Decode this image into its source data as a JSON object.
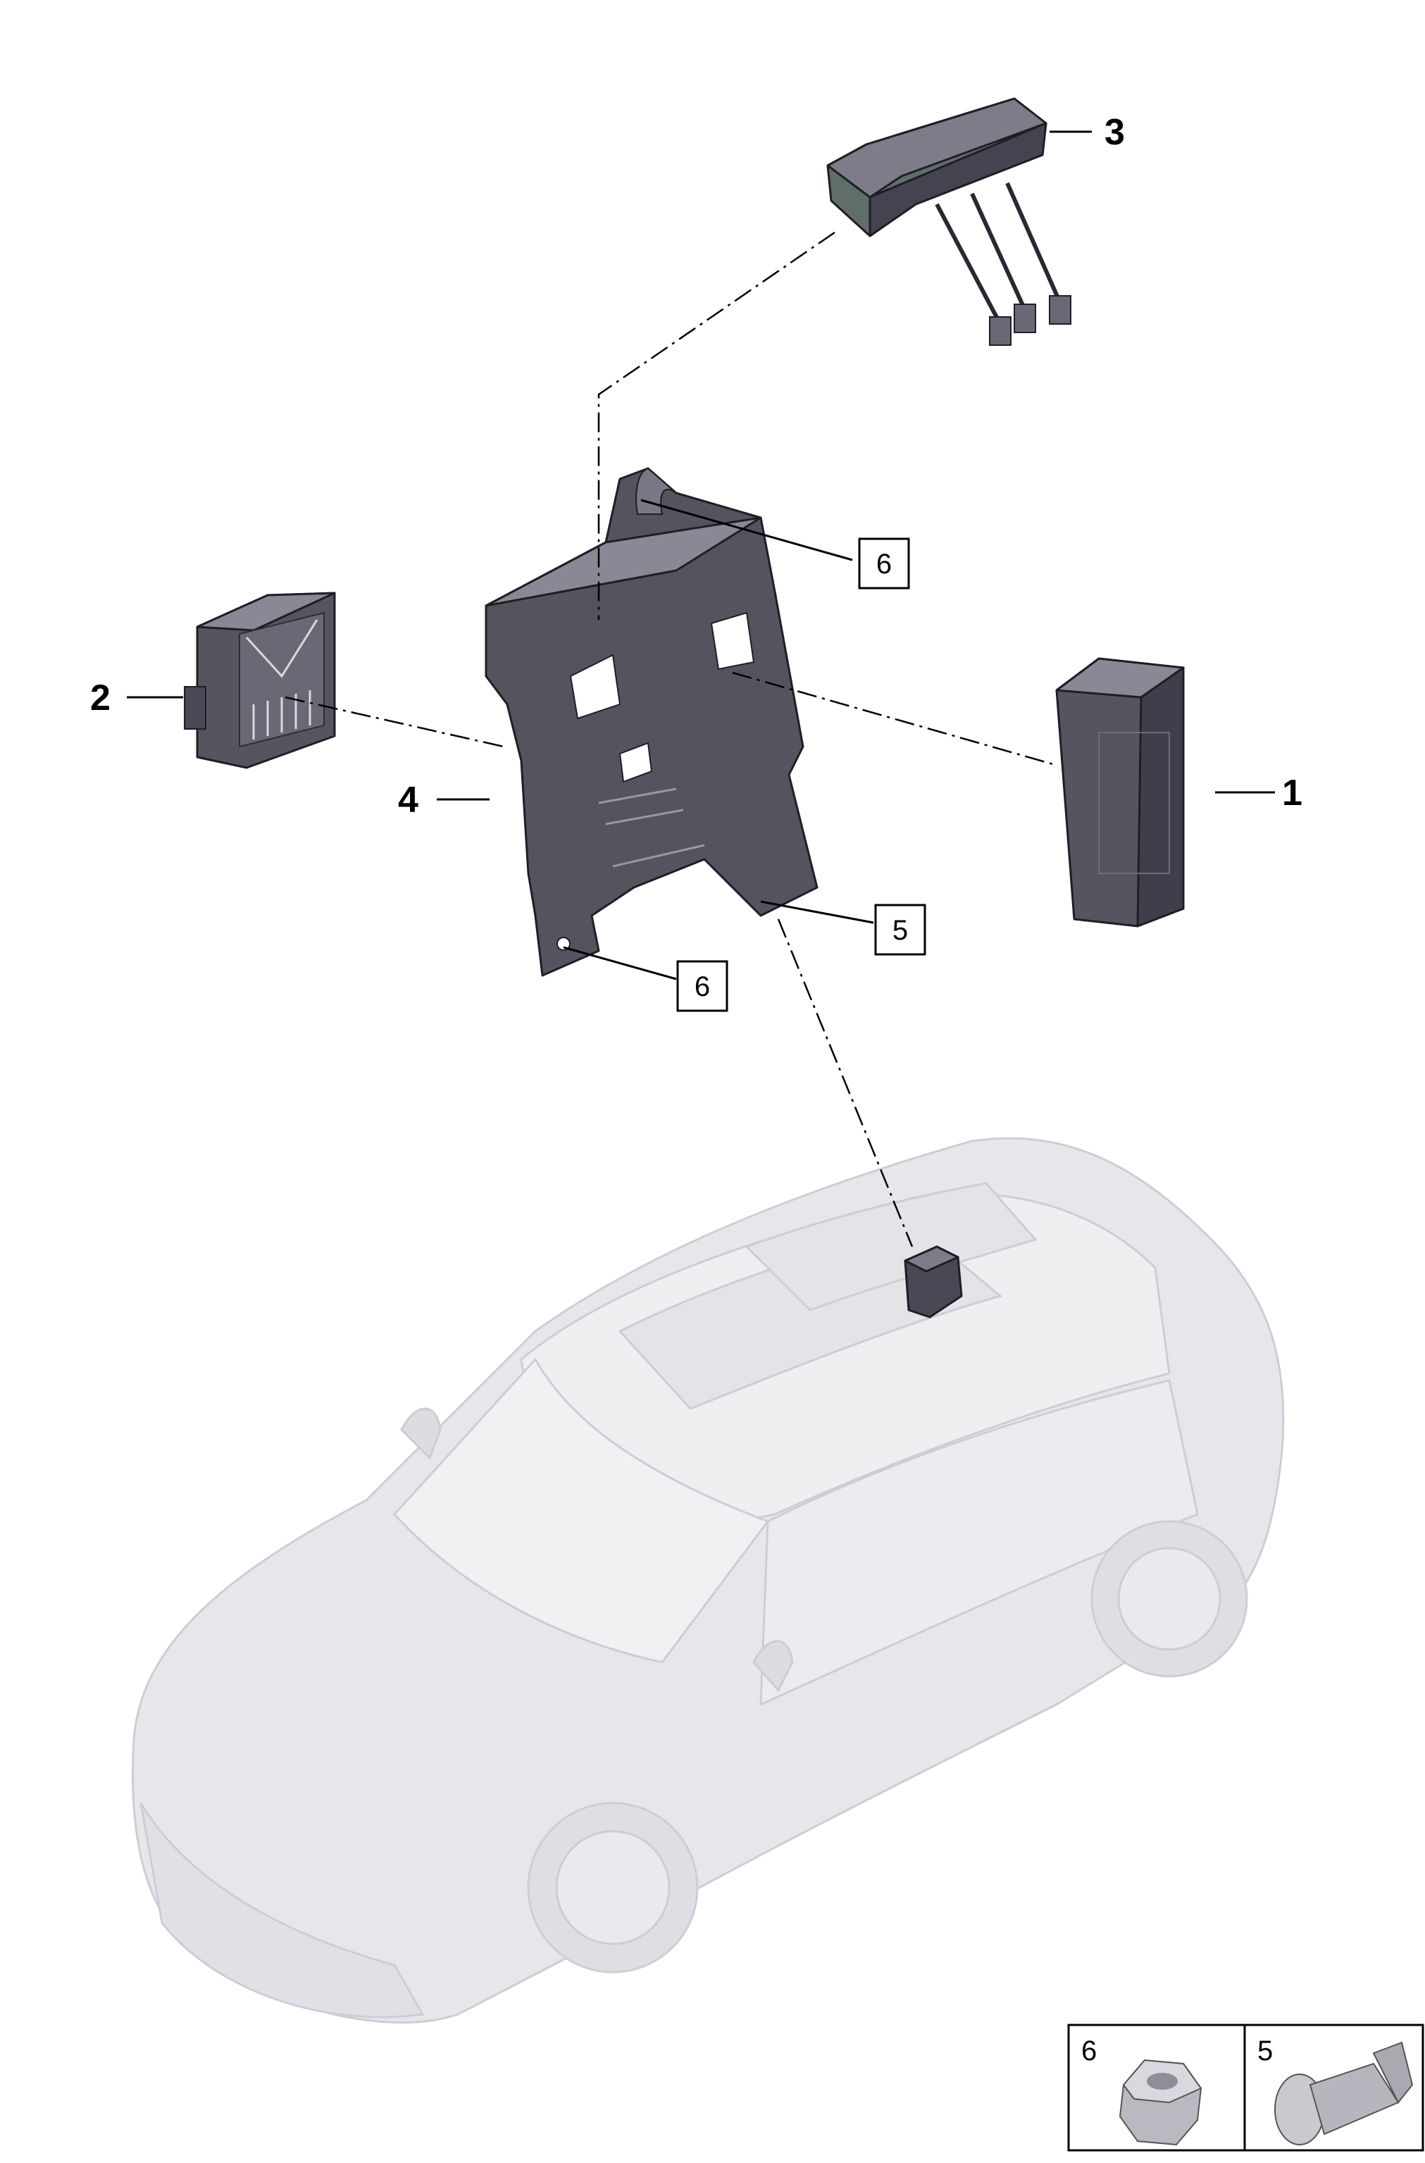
{
  "callouts": {
    "c1": "1",
    "c2": "2",
    "c3": "3",
    "c4": "4",
    "c5": "5",
    "c6a": "6",
    "c6b": "6"
  },
  "legend": {
    "left_label": "6",
    "right_label": "5"
  },
  "colors": {
    "part_face": "#55535f",
    "part_top": "#8c8a96",
    "part_dark": "#3a3844",
    "car_body": "#e6e6ea",
    "car_edge": "#cfcfd6"
  }
}
